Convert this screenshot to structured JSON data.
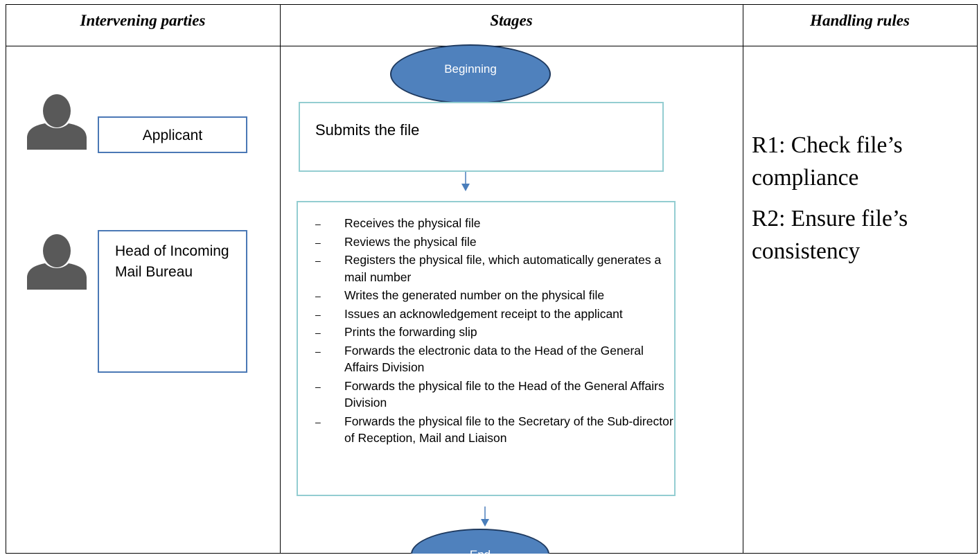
{
  "headers": {
    "parties": "Intervening parties",
    "stages": "Stages",
    "rules": "Handling rules"
  },
  "parties": {
    "applicant": "Applicant",
    "bureau_head": "Head of Incoming Mail Bureau"
  },
  "flow": {
    "start": "Beginning",
    "step1": "Submits the file",
    "steps": [
      "Receives the physical file",
      "Reviews the physical file",
      "Registers the physical file, which automatically generates a mail number",
      "Writes the generated number on the physical file",
      "Issues an acknowledgement receipt to the applicant",
      "Prints the forwarding slip",
      "Forwards the electronic data to the Head of the General Affairs Division",
      "Forwards the physical file to the Head of the General Affairs Division",
      "Forwards the physical file to the Secretary of the Sub-director of Reception, Mail and Liaison"
    ],
    "end": "End"
  },
  "rules": [
    "R1: Check file’s compliance",
    "R2: Ensure file’s consistency"
  ],
  "colors": {
    "oval_fill": "#4f81bd",
    "arrow": "#4a7ebb",
    "party_box_border": "#4a78b5",
    "stage_box_border": "#93cdd1",
    "icon": "#595959"
  }
}
